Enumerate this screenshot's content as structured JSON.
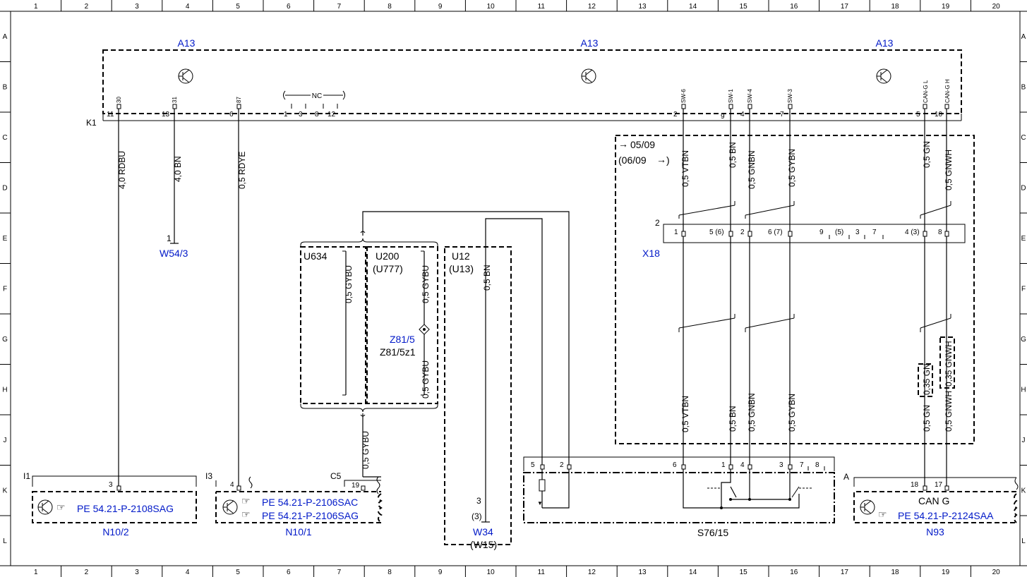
{
  "grid": {
    "columns": [
      "1",
      "2",
      "3",
      "4",
      "5",
      "6",
      "7",
      "8",
      "9",
      "10",
      "11",
      "12",
      "13",
      "14",
      "15",
      "16",
      "17",
      "18",
      "19",
      "20"
    ],
    "rows": [
      "A",
      "B",
      "C",
      "D",
      "E",
      "F",
      "G",
      "H",
      "J",
      "K",
      "L"
    ]
  },
  "module": {
    "labels": [
      "A13",
      "A13",
      "A13"
    ],
    "connector": "K1",
    "pins_left": [
      "30",
      "31",
      "87"
    ],
    "pins_left_numbers": [
      "11",
      "13",
      "6"
    ],
    "nc_label": "NC",
    "nc_numbers": [
      "1",
      "3",
      "8",
      "12"
    ],
    "pins_right": [
      "SW-6",
      "SW-1",
      "SW-4",
      "SW-3",
      "CAN-G L",
      "CAN-G H"
    ],
    "pins_right_numbers": [
      "2",
      "9",
      "4",
      "7",
      "5",
      "10"
    ]
  },
  "wires": {
    "w30": "4,0 RDBU",
    "w31": "4,0 BN",
    "w87": "0,5 RDYE",
    "u634": "0,5 GYBU",
    "u200_top": "0,5 GYBU",
    "u200_bottom": "0,5 GYBU",
    "common": "0,5 GYBU",
    "u12": "0,5 BN",
    "sw6_top": "0,5 VTBN",
    "sw1_top": "0,5 BN",
    "sw4_top": "0,5 GNBN",
    "sw3_top": "0,5 GYBN",
    "canl_top": "0,5 GN",
    "canh_top": "0,5 GNWH",
    "sw6_bot": "0,5 VTBN",
    "sw1_bot": "0,5 BN",
    "sw4_bot": "0,5 GNBN",
    "sw3_bot": "0,5 GYBN",
    "canl_alt": "0,35 GN",
    "canh_alt": "0,35 GNWH",
    "canl_bot": "0,5 GN",
    "canh_bot": "0,5 GNWH"
  },
  "ground": {
    "pin": "1",
    "label": "W54/3"
  },
  "variant": {
    "date": "05/09",
    "date_alt": "(06/09",
    "close": ")"
  },
  "x18": {
    "label": "X18",
    "num": "2",
    "pins": [
      "1",
      "5 (6)",
      "2",
      "6 (7)",
      "9",
      "(5)",
      "3",
      "7",
      "4 (3)",
      "8"
    ]
  },
  "splice": {
    "u634": "U634",
    "u200": "U200",
    "u777": "(U777)",
    "z81": "Z81/5",
    "z81z1": "Z81/5z1"
  },
  "u12": {
    "label": "U12",
    "label_alt": "(U13)",
    "pin": "3",
    "pin_alt": "(3)",
    "w34": "W34",
    "w15": "(W15)"
  },
  "n10_2": {
    "conn": "I1",
    "pin": "3",
    "pe": "PE 54.21-P-2108SAG",
    "name": "N10/2"
  },
  "n10_1": {
    "conn": "I3",
    "pin": "4",
    "conn2": "C5",
    "pin2": "19",
    "pe1": "PE 54.21-P-2106SAC",
    "pe2": "PE 54.21-P-2106SAG",
    "name": "N10/1"
  },
  "s76": {
    "pins": [
      "5",
      "2",
      "6",
      "1",
      "4",
      "3",
      "7",
      "8"
    ],
    "name": "S76/15"
  },
  "n93": {
    "conn": "A",
    "pins": [
      "18",
      "17"
    ],
    "can": "CAN G",
    "pe": "PE 54.21-P-2124SAA",
    "name": "N93"
  }
}
